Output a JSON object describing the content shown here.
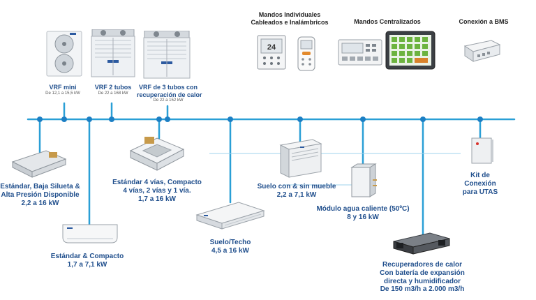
{
  "top": {
    "individual": {
      "title": "Mandos Individuales",
      "subtitle": "Cableados e Inalámbricos",
      "display": "24"
    },
    "centralized": {
      "title": "Mandos Centralizados"
    },
    "bms": {
      "title": "Conexión a BMS"
    }
  },
  "outdoor": [
    {
      "name": "VRF mini",
      "range": "De 12,1 a 15,5 kW"
    },
    {
      "name": "VRF 2 tubos",
      "range": "De 22 a 168 kW"
    },
    {
      "name": "VRF de 3 tubos con recuperación de calor",
      "line1": "VRF de 3 tubos con",
      "line2": "recuperación de calor",
      "range": "De 22 a 152 kW"
    }
  ],
  "indoor": {
    "ducto": {
      "line1": "Estándar, Baja Silueta &",
      "line2": "Alta Presión Disponible",
      "range": "2,2 a 16 kW"
    },
    "cassette": {
      "line1": "Estándar 4 vías, Compacto",
      "line2": "4 vías, 2 vías y 1 vía.",
      "range": "1,7 a 16 kW"
    },
    "suelo": {
      "line1": "Suelo con & sin mueble",
      "range": "2,2 a 7,1 kW"
    },
    "kit": {
      "line1": "Kit de",
      "line2": "Conexión",
      "line3": "para UTAS"
    },
    "modulo": {
      "line1": "Módulo agua caliente (50ºC)",
      "range": "8 y 16 kW"
    },
    "pared": {
      "line1": "Estándar & Compacto",
      "range": "1,7 a 7,1 kW"
    },
    "techo": {
      "line1": "Suelo/Techo",
      "range": "4,5 a 16 kW"
    },
    "recuperadores": {
      "line1": "Recuperadores de calor",
      "line2": "Con batería de expansión",
      "line3": "directa y humidificador",
      "line4": "De 150 m3/h a 2.000 m3/h"
    }
  },
  "colors": {
    "line": "#2a9fd6",
    "node": "#1c7fc4",
    "label": "#1f4e8c"
  }
}
